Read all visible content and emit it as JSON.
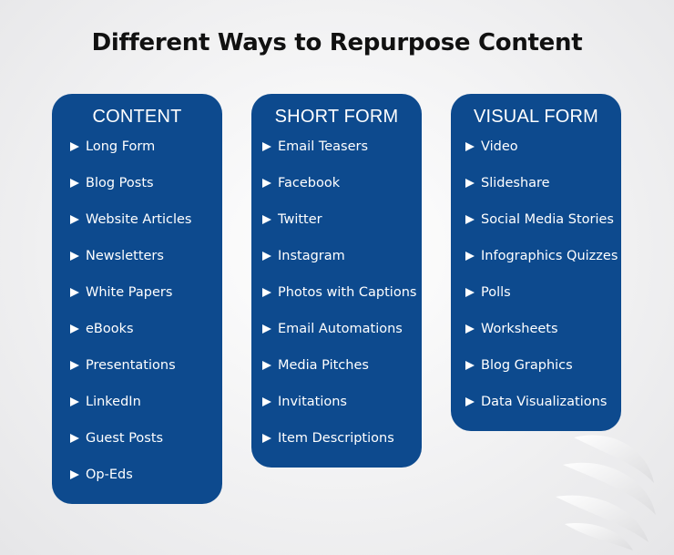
{
  "title": "Different Ways to Repurpose Content",
  "colors": {
    "card_background": "#0d4a8e",
    "text": "#ffffff",
    "title": "#111111"
  },
  "columns": [
    {
      "heading": "CONTENT",
      "items": [
        "Long Form",
        "Blog Posts",
        "Website Articles",
        "Newsletters",
        "White Papers",
        "eBooks",
        "Presentations",
        "LinkedIn",
        "Guest Posts",
        "Op-Eds"
      ]
    },
    {
      "heading": "SHORT FORM",
      "items": [
        "Email Teasers",
        "Facebook",
        "Twitter",
        "Instagram",
        "Photos with Captions",
        "Email Automations",
        "Media Pitches",
        "Invitations",
        "Item Descriptions"
      ]
    },
    {
      "heading": "VISUAL FORM",
      "items": [
        "Video",
        "Slideshare",
        "Social Media Stories",
        "Infographics Quizzes",
        "Polls",
        "Worksheets",
        "Blog Graphics",
        "Data Visualizations"
      ]
    }
  ]
}
